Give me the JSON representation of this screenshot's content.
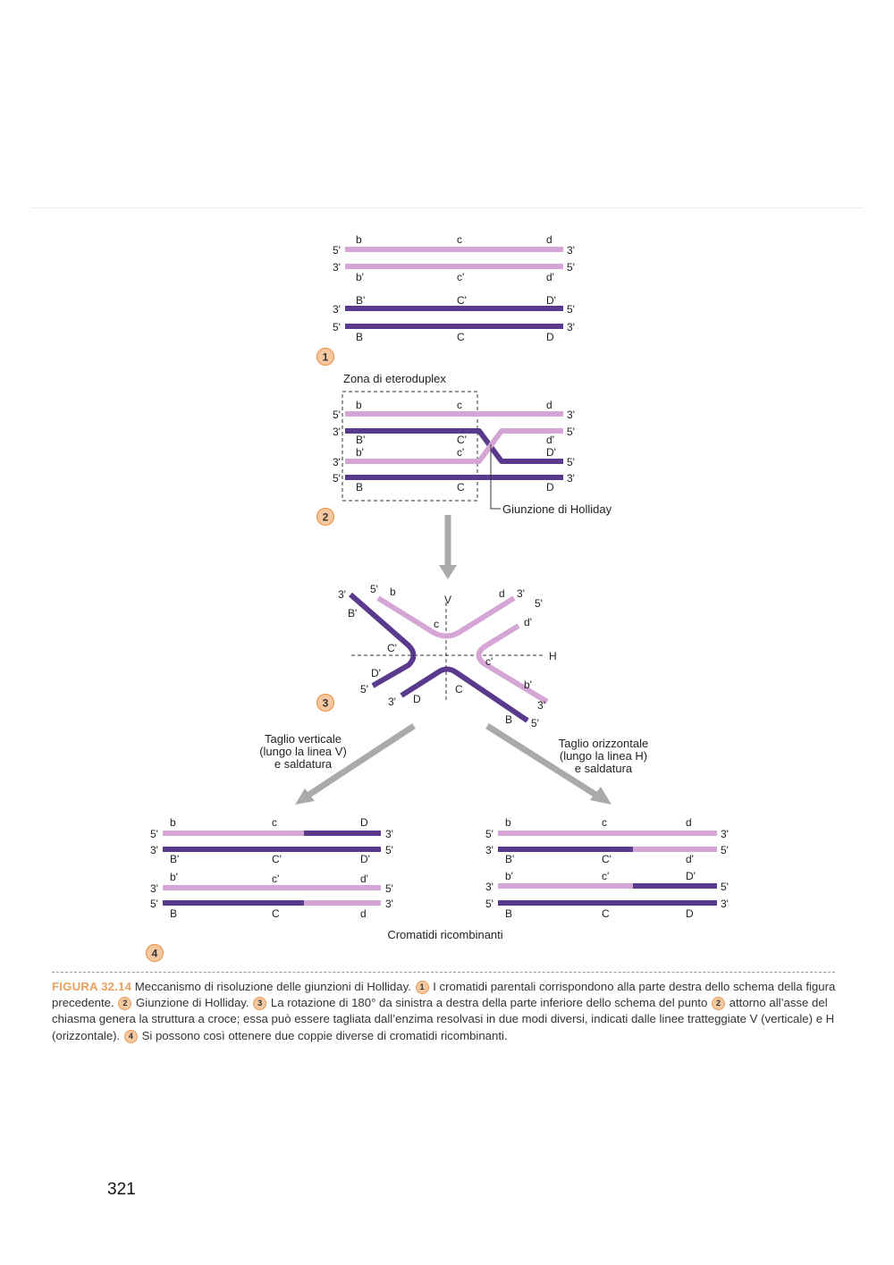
{
  "colors": {
    "light_strand": "#d5a5d6",
    "dark_strand": "#5a3a8c",
    "step_circle": "#f6c89f",
    "step_circle_border": "#e59a55",
    "arrow": "#aaaaaa",
    "caption_label": "#e9a060"
  },
  "steps": {
    "s1": "1",
    "s2": "2",
    "s3": "3",
    "s4": "4"
  },
  "ends": {
    "p5": "5'",
    "p3": "3'"
  },
  "loci": {
    "b": "b",
    "c": "c",
    "d": "d",
    "b_p": "b'",
    "c_p": "c'",
    "d_p": "d'",
    "B": "B",
    "C": "C",
    "D": "D",
    "B_p": "B'",
    "C_p": "C'",
    "D_p": "D'"
  },
  "axes": {
    "V": "V",
    "H": "H"
  },
  "labels": {
    "heteroduplex": "Zona di eteroduplex",
    "holliday": "Giunzione di Holliday",
    "vcut": [
      "Taglio verticale",
      "(lungo la linea V)",
      "e saldatura"
    ],
    "hcut": [
      "Taglio orizzontale",
      "(lungo la linea H)",
      "e saldatura"
    ],
    "recombinant": "Cromatidi ricombinanti"
  },
  "caption": {
    "figure_label": "FIGURA 32.14",
    "part_a": "Meccanismo di risoluzione delle giunzioni di Holliday.",
    "part_b": "I cromatidi parentali corrispondono alla parte destra dello schema della figura precedente.",
    "part_c": "Giunzione di Holliday.",
    "part_d": "La rotazione di 180° da sinistra a destra della parte inferiore dello schema del punto",
    "part_e": "attorno all’asse del chiasma genera la struttura a croce; essa può essere tagliata dall’enzima resolvasi in due modi diversi, indicati dalle linee tratteggiate V (verticale) e H (orizzontale).",
    "part_f": "Si possono così ottenere due coppie diverse di cromatidi ricombinanti."
  },
  "page_number": "321"
}
